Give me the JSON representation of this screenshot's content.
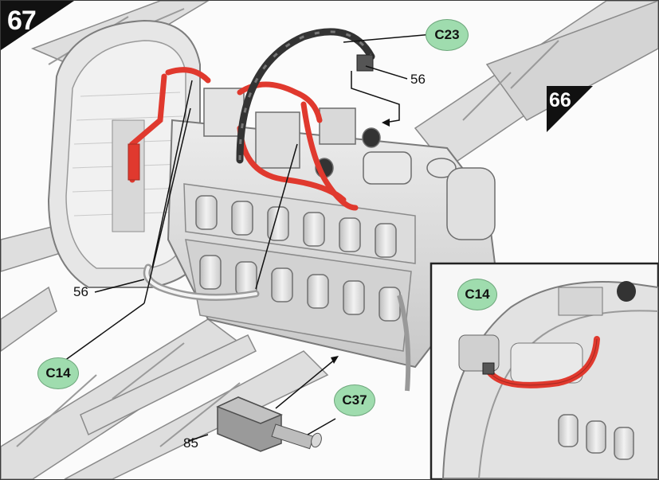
{
  "step": {
    "number": "67",
    "previous_step": "66"
  },
  "callouts": {
    "c23": "C23",
    "c14_main": "C14",
    "c14_detail": "C14",
    "c37": "C37"
  },
  "part_numbers": {
    "p56_top": "56",
    "p56_left": "56",
    "p85": "85"
  },
  "colors": {
    "highlight_red": "#e0392e",
    "callout_green": "#9fdcae",
    "metal_light": "#e2e2e2",
    "metal_mid": "#c4c4c4",
    "metal_dark": "#8f8f8f",
    "ink": "#222222"
  }
}
